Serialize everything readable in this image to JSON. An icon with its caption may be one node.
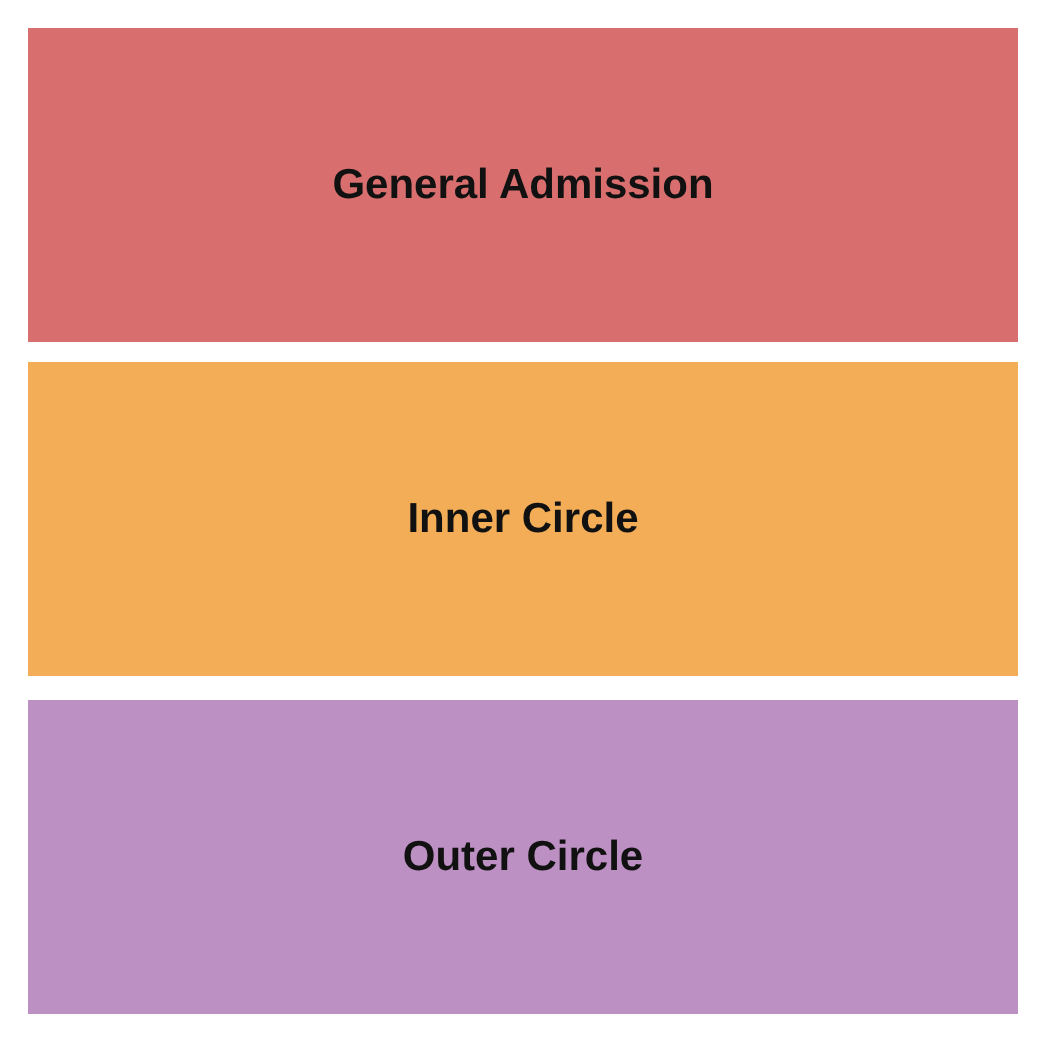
{
  "diagram": {
    "nodes": [
      {
        "text": [
          "General Admission"
        ]
      },
      {
        "text": [
          "Inner Circle"
        ]
      },
      {
        "text": [
          "Outer Circle"
        ]
      }
    ]
  }
}
